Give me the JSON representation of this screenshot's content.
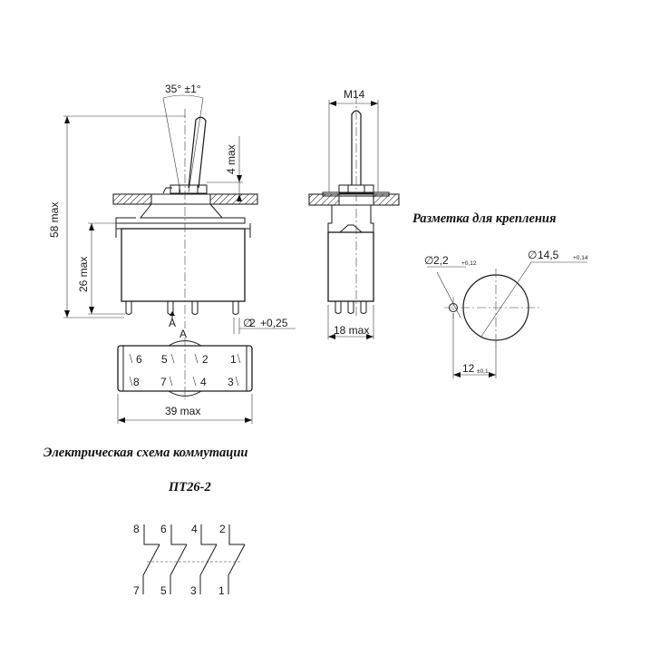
{
  "headings": {
    "mounting_marking": "Разметка для крепления",
    "switch_circuit": "Электрическая схема коммутации",
    "model": "ПТ26-2"
  },
  "front_view": {
    "angle": "35° ±1°",
    "lever_travel": "4 max",
    "total_height": "58 max",
    "body_height": "26 max",
    "view_marker": "A",
    "view_arrow_label": "A",
    "pin_diameter": "2",
    "pin_tolerance": "+0,25",
    "diameter_symbol": "∅"
  },
  "side_view": {
    "thread": "M14",
    "width": "18 max"
  },
  "bottom_view": {
    "width": "39 max",
    "pins_top": [
      "6",
      "5",
      "2",
      "1"
    ],
    "pins_bottom": [
      "8",
      "7",
      "4",
      "3"
    ]
  },
  "mounting": {
    "small_hole": "2,2",
    "small_hole_tol": "+0,12",
    "large_hole": "14,5",
    "large_hole_tol": "+0,14",
    "spacing": "12",
    "spacing_tol": "±0,1",
    "diameter_symbol": "∅"
  },
  "schematic": {
    "top_labels": [
      "8",
      "6",
      "4",
      "2"
    ],
    "bottom_labels": [
      "7",
      "5",
      "3",
      "1"
    ]
  }
}
